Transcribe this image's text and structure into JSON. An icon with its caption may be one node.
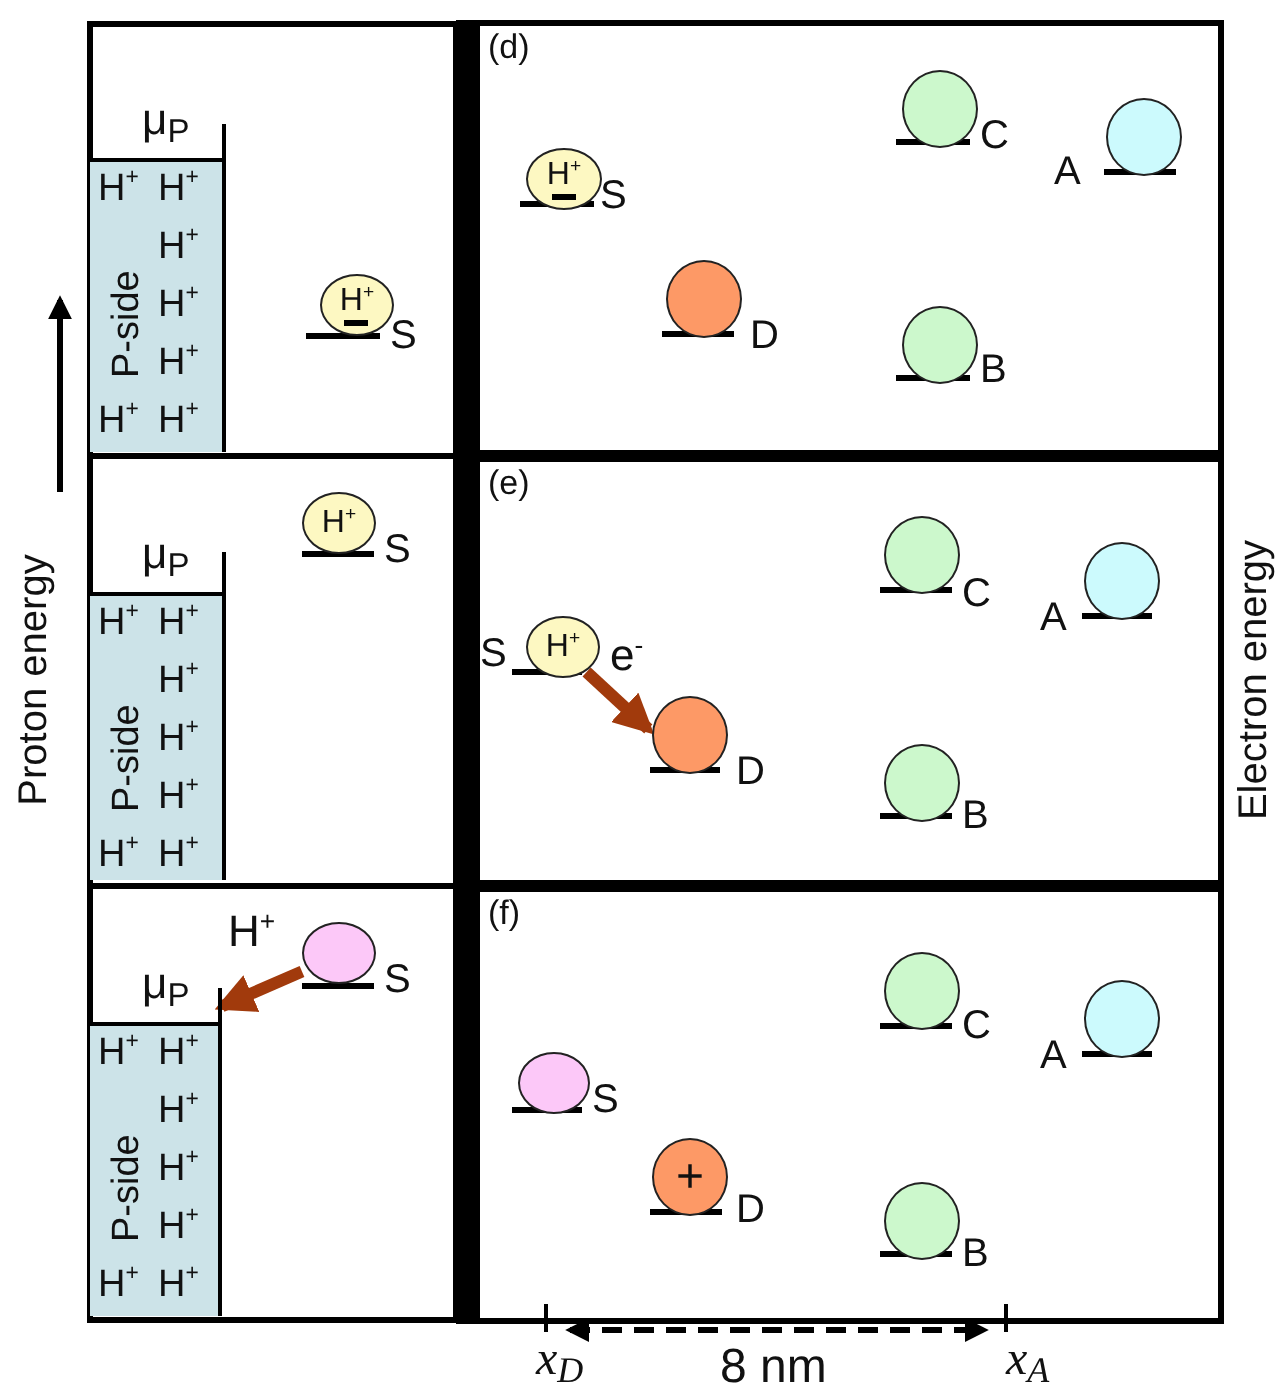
{
  "diagram": {
    "nodes": [
      {
        "text": [
          "μ$_{P}$",
          "H$^{+}$",
          "H$^{+}$",
          "P-side",
          "H$^{+}$",
          "H$^{+}$",
          "H$^{+}$",
          "H$^{+}$",
          "H$^{+}$"
        ]
      },
      {
        "text": [
          "H$^{+}$"
        ],
        "beside": [
          "S"
        ]
      },
      {
        "text": [
          "(d)"
        ]
      },
      {
        "text": [
          "H$^{+}$"
        ],
        "beside": [
          "S"
        ],
        "in": 2
      },
      {
        "text": [],
        "shape": "circle",
        "beside": [
          "D"
        ],
        "in": 2
      },
      {
        "text": [],
        "shape": "circle",
        "beside": [
          "C"
        ],
        "in": 2
      },
      {
        "text": [],
        "shape": "circle",
        "beside": [
          "B"
        ],
        "in": 2
      },
      {
        "text": [],
        "shape": "circle",
        "beside": [
          "A"
        ],
        "in": 2
      },
      {
        "text": [
          "μ$_{P}$",
          "H$^{+}$",
          "H$^{+}$",
          "P-side",
          "H$^{+}$",
          "H$^{+}$",
          "H$^{+}$",
          "H$^{+}$",
          "H$^{+}$"
        ]
      },
      {
        "text": [
          "H$^{+}$"
        ],
        "beside": [
          "S"
        ]
      },
      {
        "text": [
          "(e)"
        ]
      },
      {
        "text": [
          "H$^{+}$"
        ],
        "beside": [
          "S"
        ],
        "in": 10
      },
      {
        "text": [],
        "shape": "circle",
        "beside": [
          "D"
        ],
        "in": 10
      },
      {
        "text": [],
        "shape": "circle",
        "beside": [
          "C"
        ],
        "in": 10
      },
      {
        "text": [],
        "shape": "circle",
        "beside": [
          "B"
        ],
        "in": 10
      },
      {
        "text": [],
        "shape": "circle",
        "beside": [
          "A"
        ],
        "in": 10
      },
      {
        "text": [
          "μ$_{P}$",
          "H$^{+}$",
          "H$^{+}$",
          "P-side",
          "H$^{+}$",
          "H$^{+}$",
          "H$^{+}$",
          "H$^{+}$",
          "H$^{+}$"
        ]
      },
      {
        "text": [],
        "shape": "circle",
        "beside": [
          "S"
        ]
      },
      {
        "text": [
          "(f)"
        ]
      },
      {
        "text": [],
        "shape": "circle",
        "beside": [
          "S"
        ],
        "in": 18
      },
      {
        "text": [
          "+"
        ],
        "beside": [
          "D"
        ],
        "in": 18
      },
      {
        "text": [],
        "shape": "circle",
        "beside": [
          "C"
        ],
        "in": 18
      },
      {
        "text": [],
        "shape": "circle",
        "beside": [
          "B"
        ],
        "in": 18
      },
      {
        "text": [],
        "shape": "circle",
        "beside": [
          "A"
        ],
        "in": 18
      }
    ],
    "edges": [
      {
        "from": 11,
        "to": 12,
        "arrow": "to",
        "label": "e$^{-}$"
      },
      {
        "from": 17,
        "to": 16,
        "arrow": "to",
        "label": "H$^{+}$"
      }
    ],
    "labels": [
      "Proton energy",
      "Electron energy",
      "x$_{D}$",
      "8 nm",
      "x$_{A}$"
    ]
  }
}
